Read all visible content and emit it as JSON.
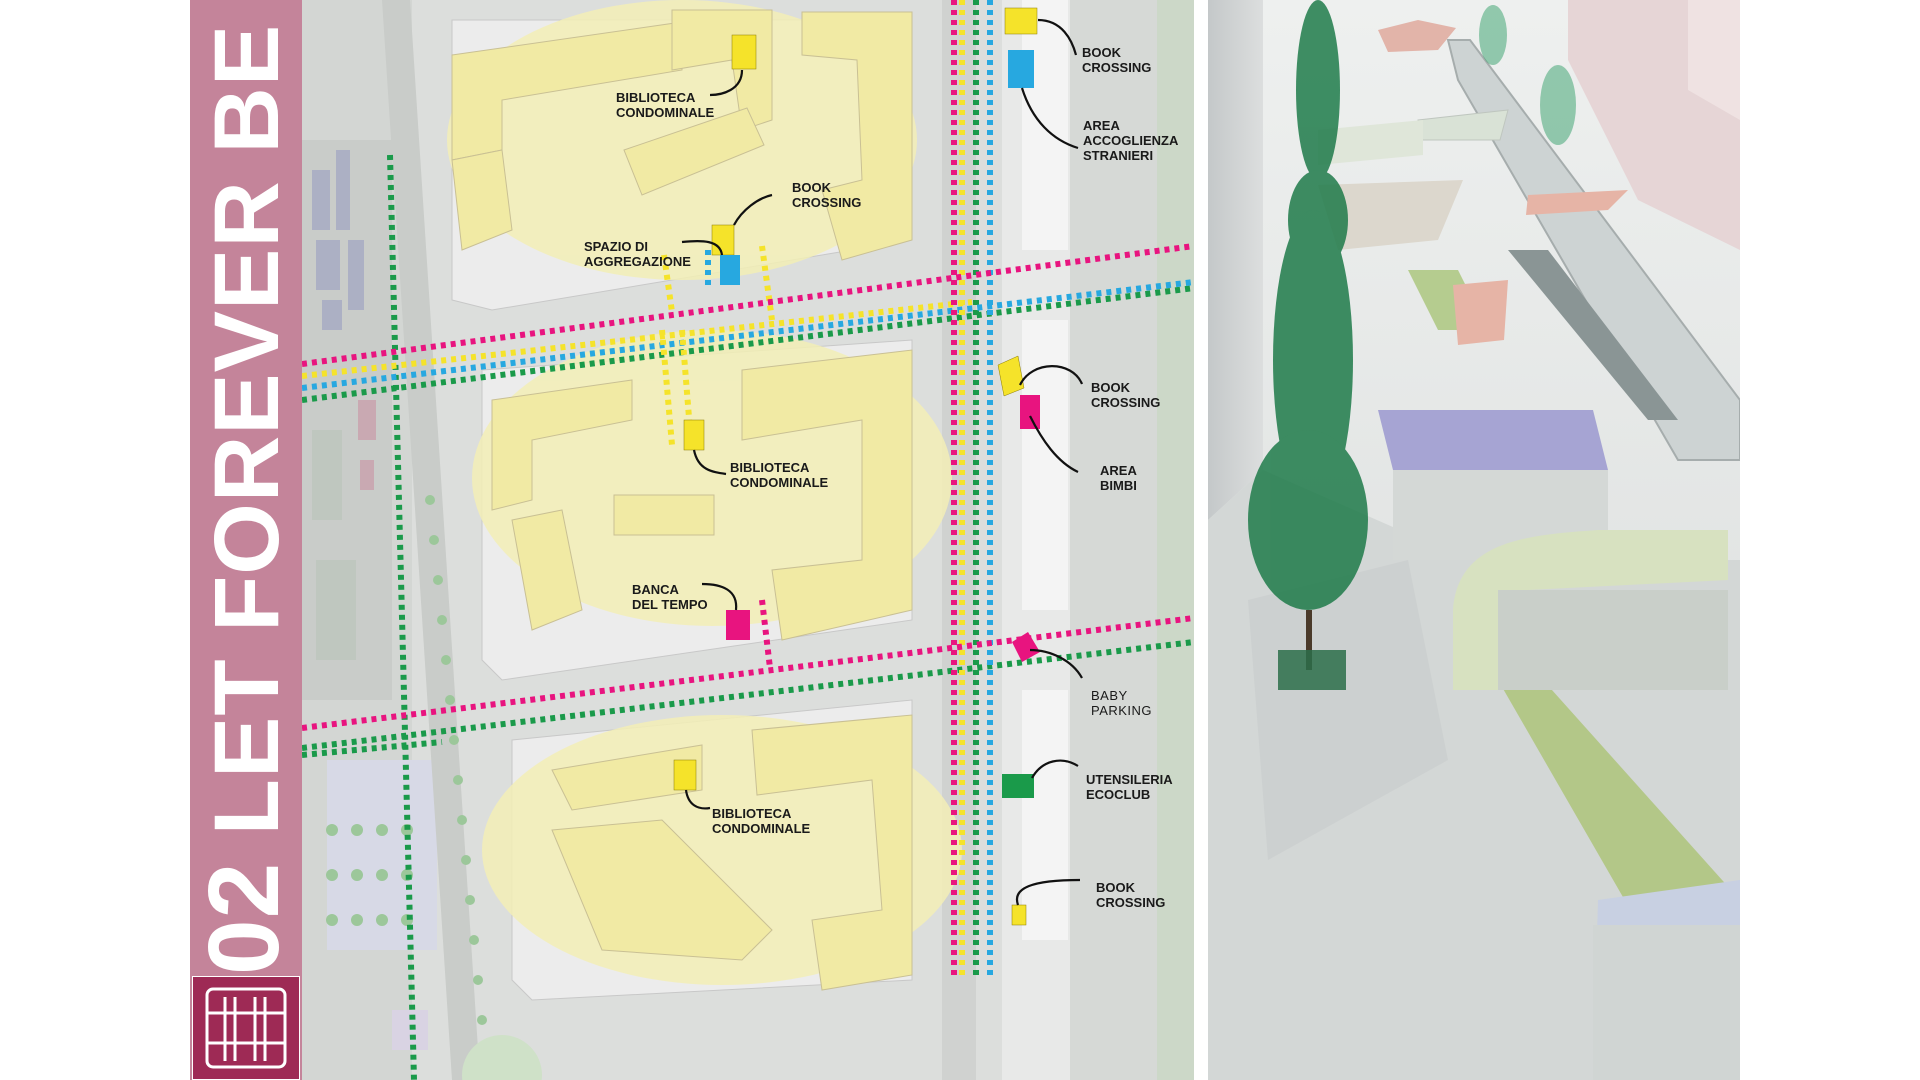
{
  "sidebar": {
    "number": "02",
    "title": "LET FOREVER BE",
    "color": "#c4849a",
    "logo_color": "#9e2a55"
  },
  "legend_colors": {
    "magenta": "#e8147f",
    "yellow": "#f5e32a",
    "cyan": "#27a8e0",
    "green": "#1a9a4a",
    "building_zone": "#f3efb6"
  },
  "labels": {
    "biblioteca_1": "BIBLIOTECA\nCONDOMINALE",
    "book_crossing_1": "BOOK\nCROSSING",
    "area_accoglienza": "AREA\nACCOGLIENZA\nSTRANIERI",
    "book_crossing_2": "BOOK\nCROSSING",
    "spazio_aggregazione": "SPAZIO DI\nAGGREGAZIONE",
    "book_crossing_3": "BOOK\nCROSSING",
    "area_bimbi": "AREA\nBIMBI",
    "biblioteca_2": "BIBLIOTECA\nCONDOMINALE",
    "banca_tempo": "BANCA\nDEL TEMPO",
    "baby_parking": "BABY\nPARKING",
    "utensileria": "UTENSILERIA\nECOCLUB",
    "biblioteca_3": "BIBLIOTECA\nCONDOMINALE",
    "book_crossing_4": "BOOK\nCROSSING"
  }
}
